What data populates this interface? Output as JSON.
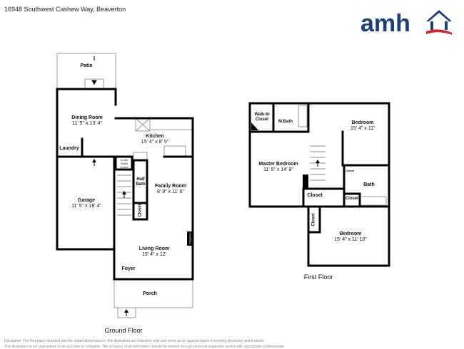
{
  "header": {
    "address": "16948 Southwest Cashew Way, Beaverton"
  },
  "logo": {
    "text": "amh",
    "colors": {
      "navy": "#1f3f7a",
      "red": "#d4252e"
    }
  },
  "ground_floor": {
    "title": "Ground Floor",
    "rooms": [
      {
        "name": "Patio",
        "dims": ""
      },
      {
        "name": "Dining Room",
        "dims": "11' 5\" x 13' 4\""
      },
      {
        "name": "Kitchen",
        "dims": "15' 4\" x 8' 5\""
      },
      {
        "name": "Laundry",
        "dims": ""
      },
      {
        "name": "Under Stairs Closet",
        "dims": ""
      },
      {
        "name": "Half Bath",
        "dims": ""
      },
      {
        "name": "Family Room",
        "dims": "8' 9\" x 11' 6\""
      },
      {
        "name": "Garage",
        "dims": "11' 5\" x 18' 4\""
      },
      {
        "name": "Closet",
        "dims": ""
      },
      {
        "name": "Fireplace",
        "dims": ""
      },
      {
        "name": "Living Room",
        "dims": "15' 4\" x 12'"
      },
      {
        "name": "Foyer",
        "dims": ""
      },
      {
        "name": "Porch",
        "dims": ""
      }
    ]
  },
  "first_floor": {
    "title": "First Floor",
    "rooms": [
      {
        "name": "Walk-In Closet",
        "dims": ""
      },
      {
        "name": "M.Bath",
        "dims": ""
      },
      {
        "name": "Bedroom",
        "dims": "15' 4\" x 12'"
      },
      {
        "name": "Master Bedroom",
        "dims": "11' 5\" x 14' 8\""
      },
      {
        "name": "Closet",
        "dims": ""
      },
      {
        "name": "Bath",
        "dims": ""
      },
      {
        "name": "Closet",
        "dims": ""
      },
      {
        "name": "Closet",
        "dims": ""
      },
      {
        "name": "Closet",
        "dims": ""
      },
      {
        "name": "Bedroom",
        "dims": "15' 4\" x 11' 10\""
      }
    ]
  },
  "disclaimer": [
    "Disclaimer: The floorplans depicted and the stated dimensions in this illustration are indicative only and serve as an approximation of existing structures and features.",
    "This illustration is not guaranteed to be accurate or complete. The accuracy of all information should be verified through personal inspection and/or with appropriate professionals."
  ]
}
